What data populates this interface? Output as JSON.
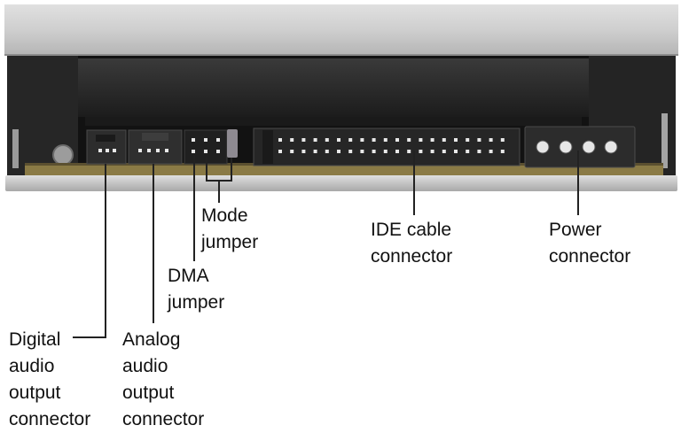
{
  "colors": {
    "metal_light": "#c8c8c8",
    "metal_mid": "#a9a9a9",
    "panel_dark": "#1e1e1e",
    "body_black": "#2a2a2a",
    "pin": "#e8e8e8",
    "pcb": "#8a7a45",
    "leader": "#222222"
  },
  "labels": {
    "digital_audio": [
      "Digital",
      "audio",
      "output",
      "connector"
    ],
    "analog_audio": [
      "Analog",
      "audio",
      "output",
      "connector"
    ],
    "dma_jumper": [
      "DMA",
      "jumper"
    ],
    "mode_jumper": [
      "Mode",
      "jumper"
    ],
    "ide_connector": [
      "IDE cable",
      "connector"
    ],
    "power_connector": [
      "Power",
      "connector"
    ]
  }
}
